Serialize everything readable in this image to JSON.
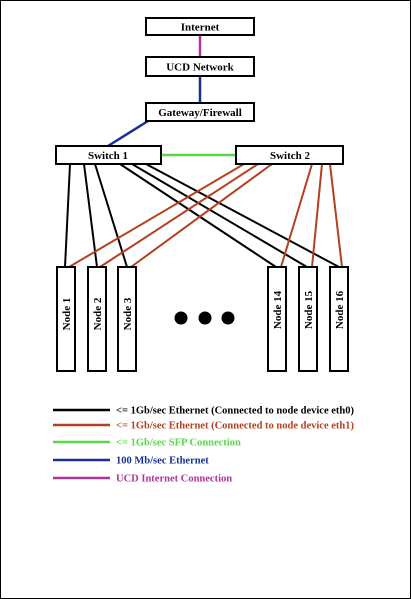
{
  "colors": {
    "ethernet_eth0": "#000000",
    "ethernet_eth1": "#b5401f",
    "sfp": "#5ad64a",
    "ethernet_100": "#1a2f96",
    "internet": "#b0359a"
  },
  "boxes": {
    "internet": "Internet",
    "ucd_network": "UCD Network",
    "gateway": "Gateway/Firewall",
    "switch1": "Switch 1",
    "switch2": "Switch 2"
  },
  "nodes": [
    "Node 1",
    "Node 2",
    "Node 3",
    "Node 14",
    "Node 15",
    "Node 16"
  ],
  "legend": [
    {
      "label": "<= 1Gb/sec Ethernet (Connected to node device eth0)",
      "color": "#000000"
    },
    {
      "label": "<= 1Gb/sec Ethernet (Connected to node device eth1)",
      "color": "#b5401f"
    },
    {
      "label": "<= 1Gb/sec SFP Connection",
      "color": "#5ad64a"
    },
    {
      "label": "100 Mb/sec Ethernet",
      "color": "#1a2f96"
    },
    {
      "label": "UCD Internet Connection",
      "color": "#b0359a"
    }
  ]
}
